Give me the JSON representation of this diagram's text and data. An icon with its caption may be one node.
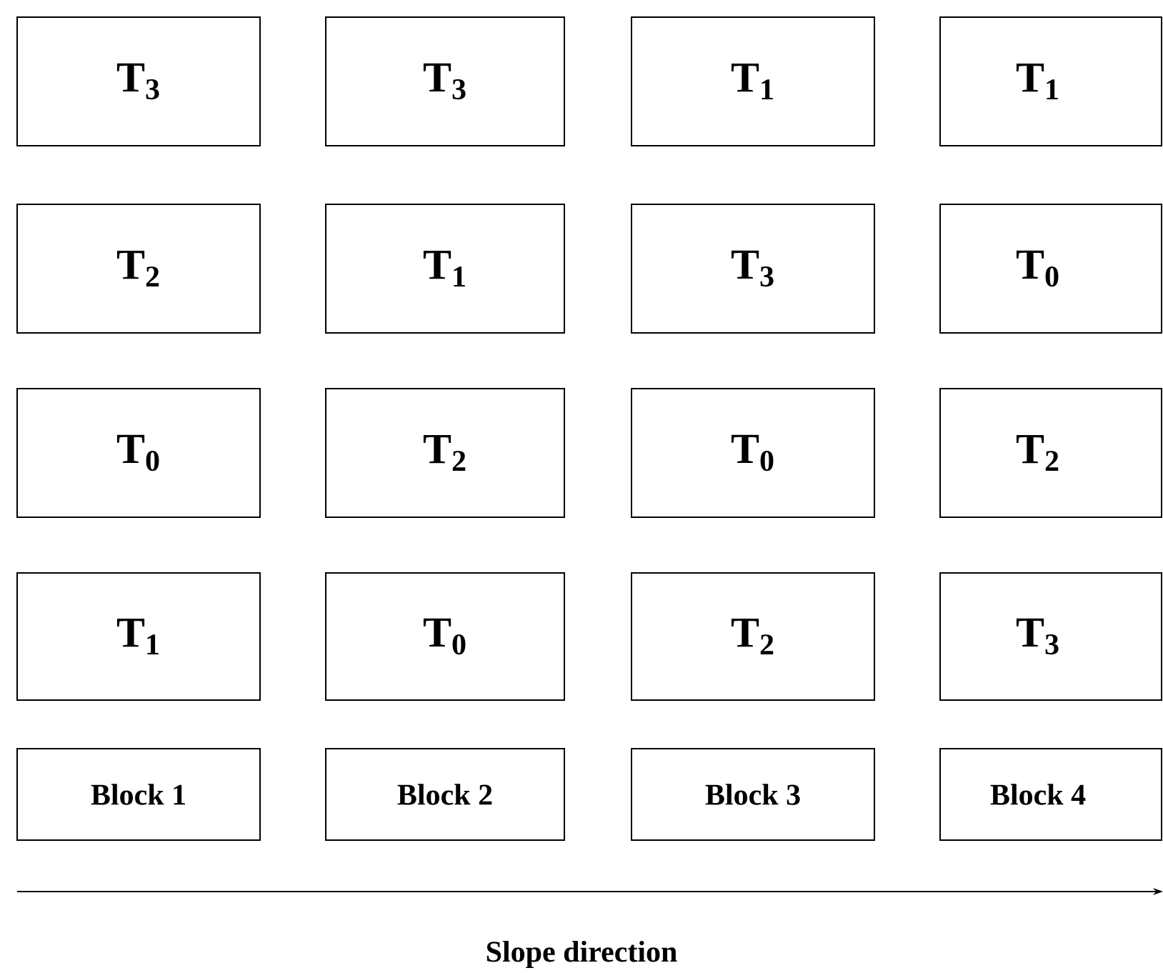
{
  "diagram": {
    "nodes": [
      {
        "text": [
          "T$_{3}$"
        ]
      },
      {
        "text": [
          "T$_{3}$"
        ]
      },
      {
        "text": [
          "T$_{1}$"
        ]
      },
      {
        "text": [
          "T$_{1}$"
        ]
      },
      {
        "text": [
          "T$_{2}$"
        ]
      },
      {
        "text": [
          "T$_{1}$"
        ]
      },
      {
        "text": [
          "T$_{3}$"
        ]
      },
      {
        "text": [
          "T$_{0}$"
        ]
      },
      {
        "text": [
          "T$_{0}$"
        ]
      },
      {
        "text": [
          "T$_{2}$"
        ]
      },
      {
        "text": [
          "T$_{0}$"
        ]
      },
      {
        "text": [
          "T$_{2}$"
        ]
      },
      {
        "text": [
          "T$_{1}$"
        ]
      },
      {
        "text": [
          "T$_{0}$"
        ]
      },
      {
        "text": [
          "T$_{2}$"
        ]
      },
      {
        "text": [
          "T$_{3}$"
        ]
      },
      {
        "text": [
          "Block 1"
        ]
      },
      {
        "text": [
          "Block 2"
        ]
      },
      {
        "text": [
          "Block 3"
        ]
      },
      {
        "text": [
          "Block 4"
        ]
      }
    ],
    "edges": [],
    "labels": [
      "Slope direction"
    ]
  }
}
